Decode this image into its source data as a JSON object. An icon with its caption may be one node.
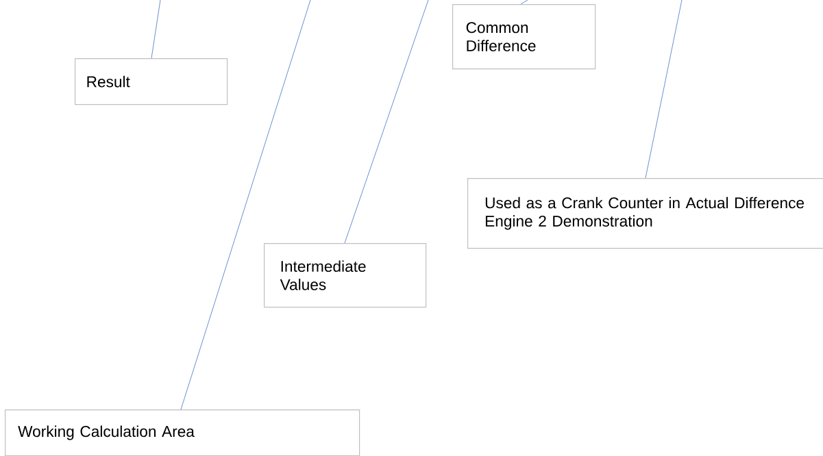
{
  "diagram": {
    "nodes": [
      {
        "text": [
          "Result"
        ]
      },
      {
        "text": [
          "Common Difference"
        ]
      },
      {
        "text": [
          "Used as a Crank Counter in Actual Difference Engine 2 Demonstration"
        ]
      },
      {
        "text": [
          "Intermediate Values"
        ]
      },
      {
        "text": [
          "Working Calculation Area"
        ]
      }
    ],
    "edges": [
      {
        "from": 0,
        "to": null,
        "arrow": "none"
      },
      {
        "from": 1,
        "to": null,
        "arrow": "none"
      },
      {
        "from": 2,
        "to": null,
        "arrow": "none"
      },
      {
        "from": 3,
        "to": null,
        "arrow": "none"
      },
      {
        "from": 4,
        "to": null,
        "arrow": "none"
      }
    ]
  }
}
